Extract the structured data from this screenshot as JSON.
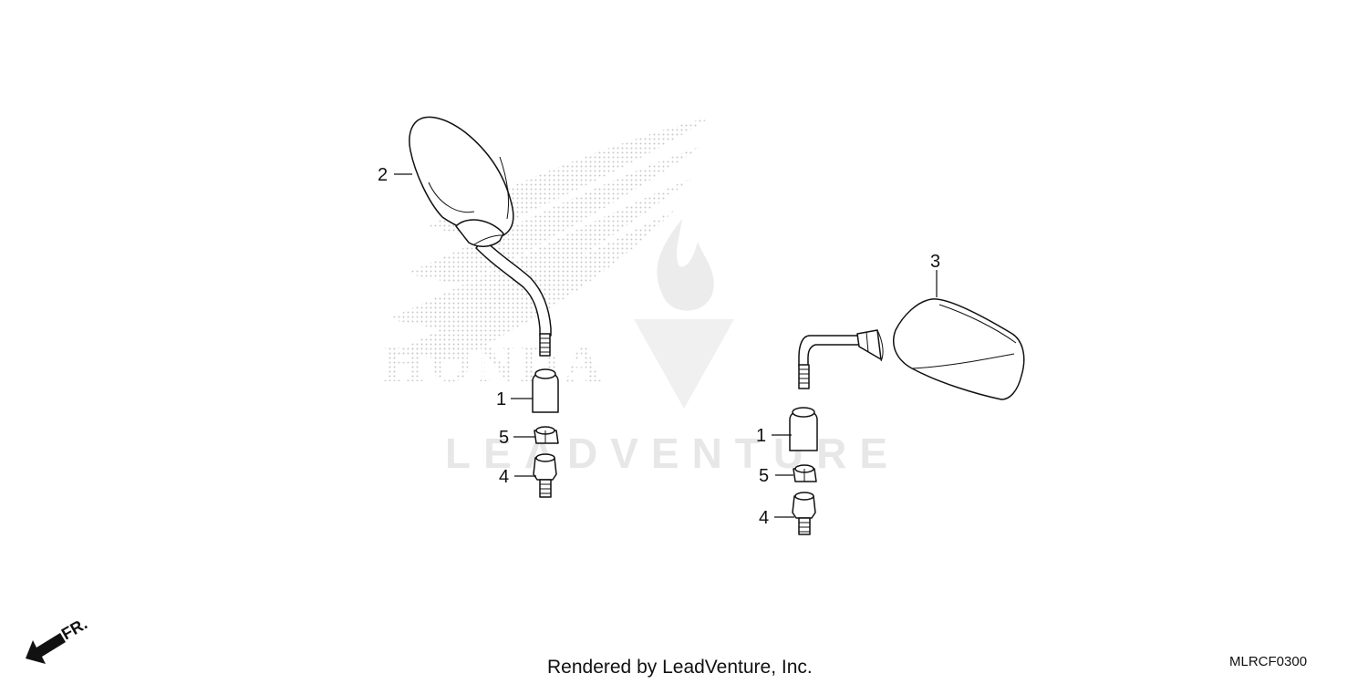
{
  "watermark": {
    "brand_text": "HONDA",
    "logo_text": "LEADVENTURE"
  },
  "callouts": {
    "left": {
      "mirror_label": "2",
      "cap_label": "1",
      "nut_label": "5",
      "adapter_label": "4"
    },
    "right": {
      "mirror_label": "3",
      "cap_label": "1",
      "nut_label": "5",
      "adapter_label": "4"
    }
  },
  "direction": {
    "label": "FR.",
    "icon": "front-direction-arrow-icon"
  },
  "footer": {
    "credit": "Rendered by LeadVenture, Inc.",
    "diagram_code": "MLRCF0300"
  },
  "colors": {
    "line": "#111111",
    "watermark": "#e7e7e7",
    "dots": "#c8c8c8"
  }
}
